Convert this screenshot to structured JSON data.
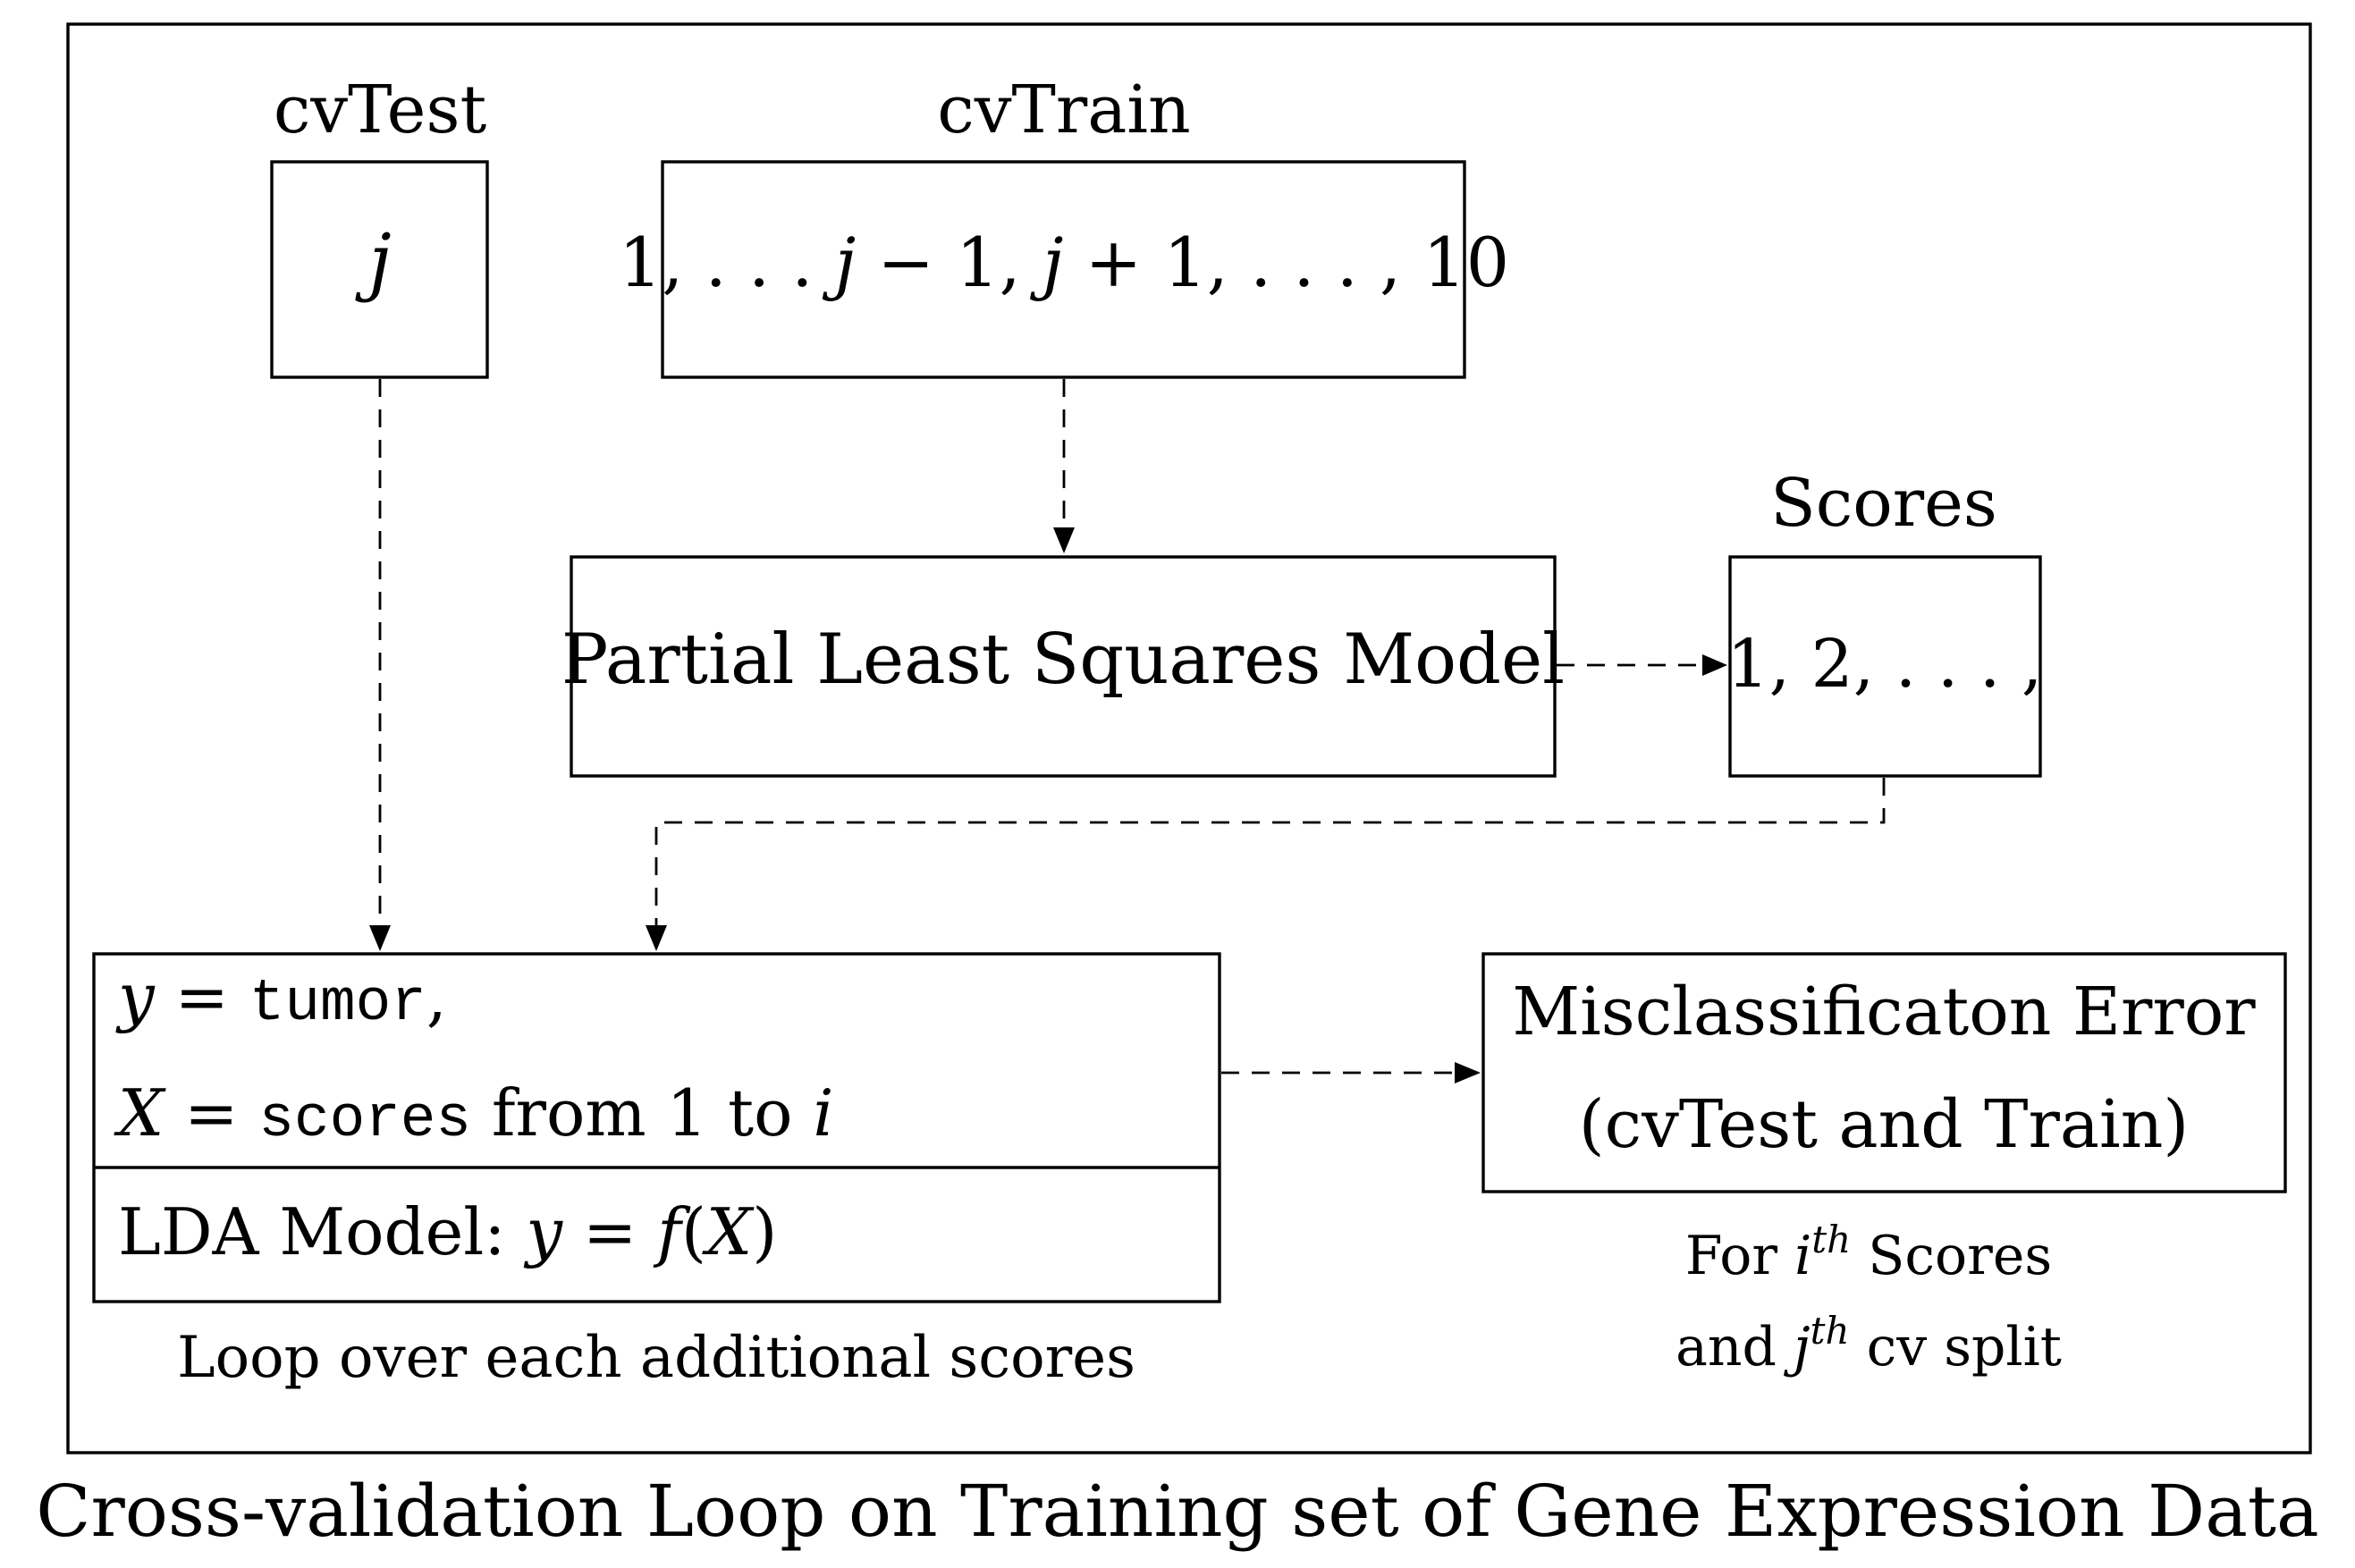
{
  "caption": "Cross-validation Loop on Training set of Gene Expression Data",
  "cvtest": {
    "label": "cvTest",
    "value": "j"
  },
  "cvtrain": {
    "label": "cvTrain",
    "value_a": "1, . . . ",
    "value_j1": "j",
    "value_b": " − 1, ",
    "value_j2": "j",
    "value_c": " + 1, . . . , 10"
  },
  "pls": {
    "label": "Partial Least Squares Model"
  },
  "scores": {
    "label": "Scores",
    "value": "1, 2, . . . ,"
  },
  "lda": {
    "y_var": "y",
    "eq": " = ",
    "tumor": "tumor",
    "comma": ",",
    "x_var": "X",
    "scores_word": "scores",
    "from_text": " from 1 to ",
    "i_var": "i",
    "model_prefix": "LDA Model: ",
    "model_y": "y",
    "model_eq": " = ",
    "model_f": "f",
    "model_open": "(",
    "model_x": "X",
    "model_close": ")",
    "loop_note": "Loop over each additional scores"
  },
  "misclass": {
    "line1": "Misclassificaton Error",
    "line2": "(cvTest and Train)",
    "note1_pre": "For ",
    "note1_i": "i",
    "note1_sup": "th",
    "note1_post": " Scores",
    "note2_pre": "and ",
    "note2_j": "j",
    "note2_sup": "th",
    "note2_post": " cv split"
  }
}
